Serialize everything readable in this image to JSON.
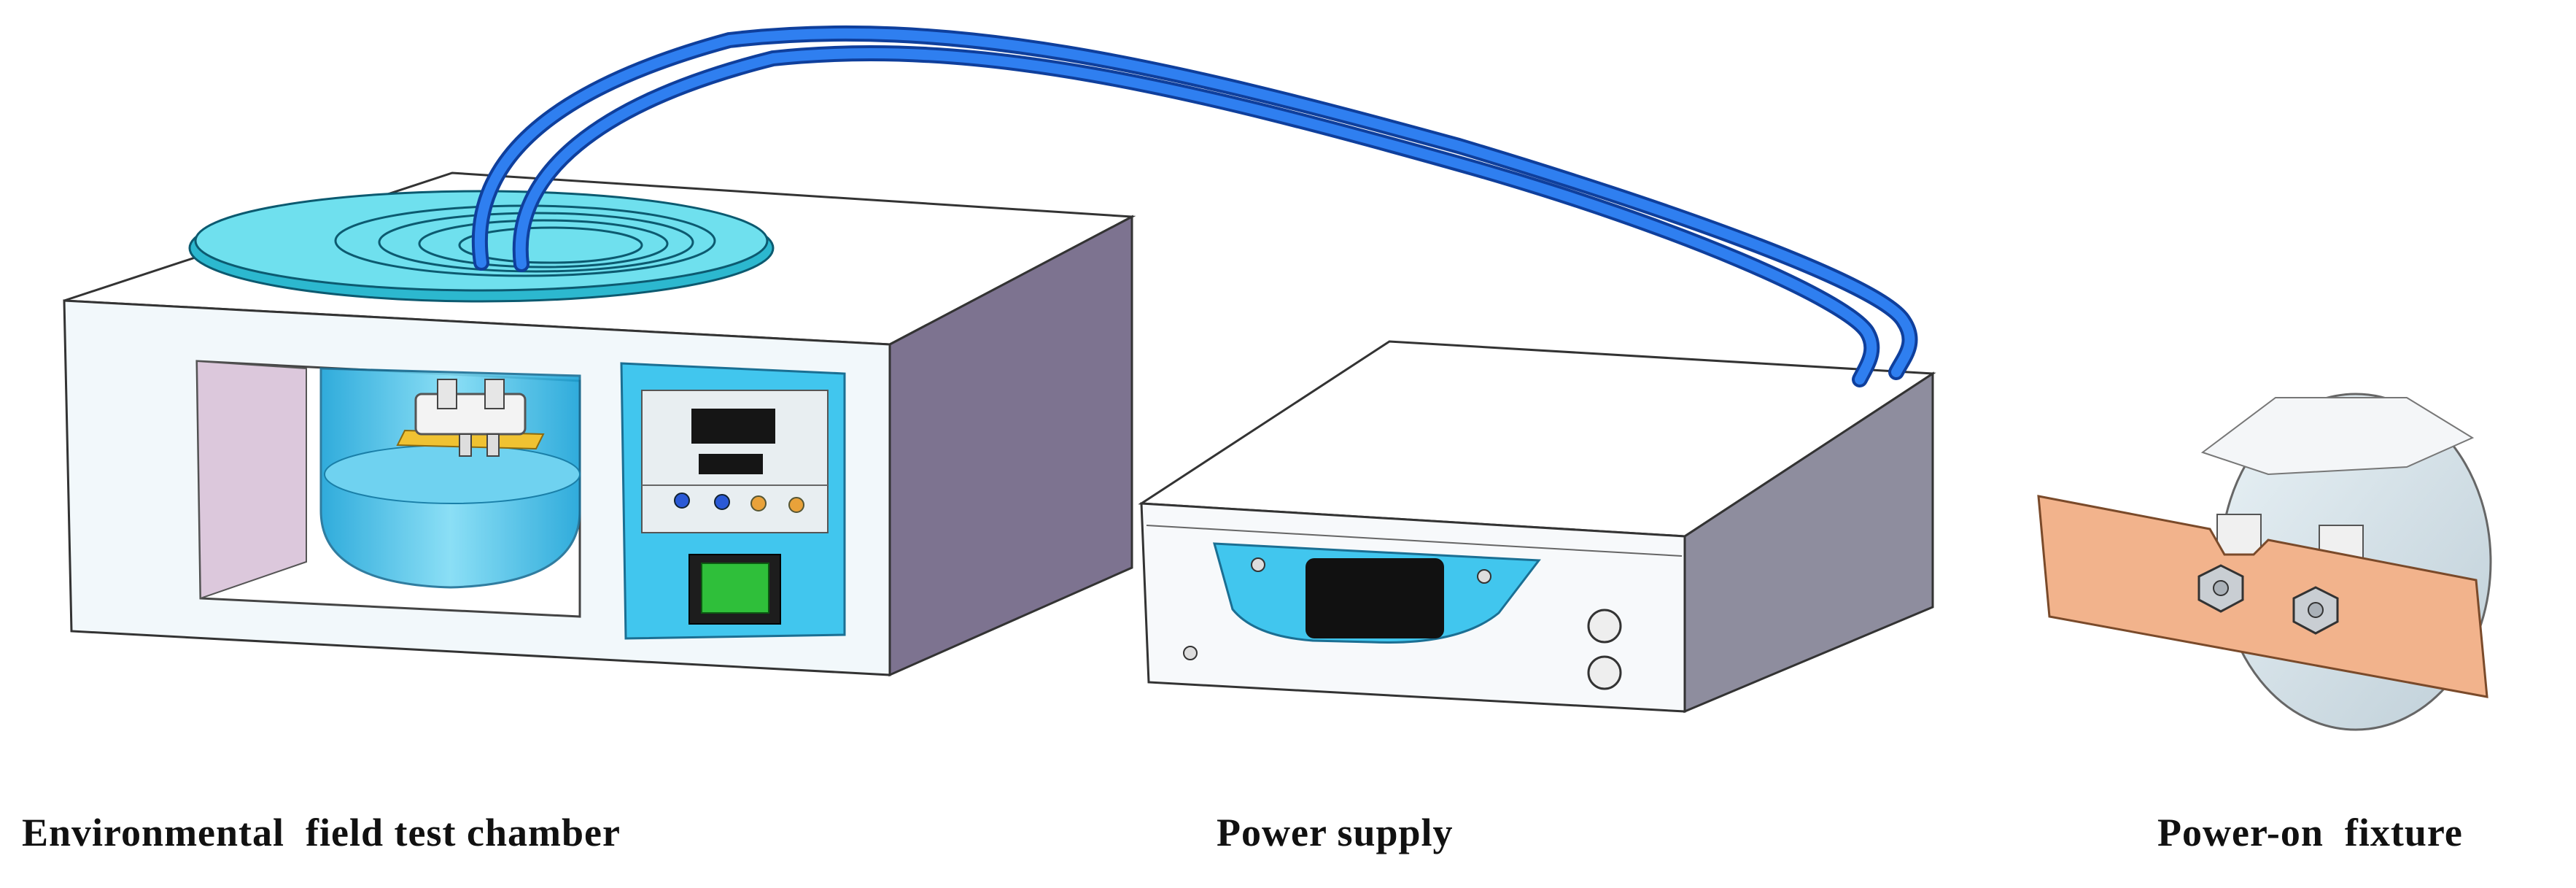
{
  "labels": {
    "chamber": "Environmental  field test chamber",
    "power_supply": "Power supply",
    "fixture": "Power-on  fixture"
  },
  "colors": {
    "cable": "#1e63d6",
    "cyan_panel": "#41c6ee",
    "chamber_side": "#7d7390",
    "chamber_front": "#f2f8fb",
    "copper": "#f2b38c",
    "display": "#111111",
    "switch": "#2fbf3a"
  }
}
